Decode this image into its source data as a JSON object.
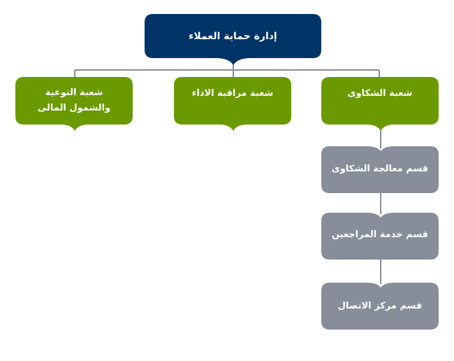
{
  "colors": {
    "root": "#003466",
    "branch": "#6a9a00",
    "section": "#878e99",
    "connector": "#878e99"
  },
  "root": {
    "label": "إدارة حماية العملاء"
  },
  "branches": [
    {
      "label": "شعبة الشكاوى"
    },
    {
      "label": "شعبة مراقبة الاداء"
    },
    {
      "label_line1": "شعبة التوعية",
      "label_line2": "والشمول المالى"
    }
  ],
  "sections": [
    {
      "label": "قسم معالجة الشكاوى"
    },
    {
      "label": "قسم خدمة المراجعين"
    },
    {
      "label": "قسم مركز الاتصال"
    }
  ]
}
